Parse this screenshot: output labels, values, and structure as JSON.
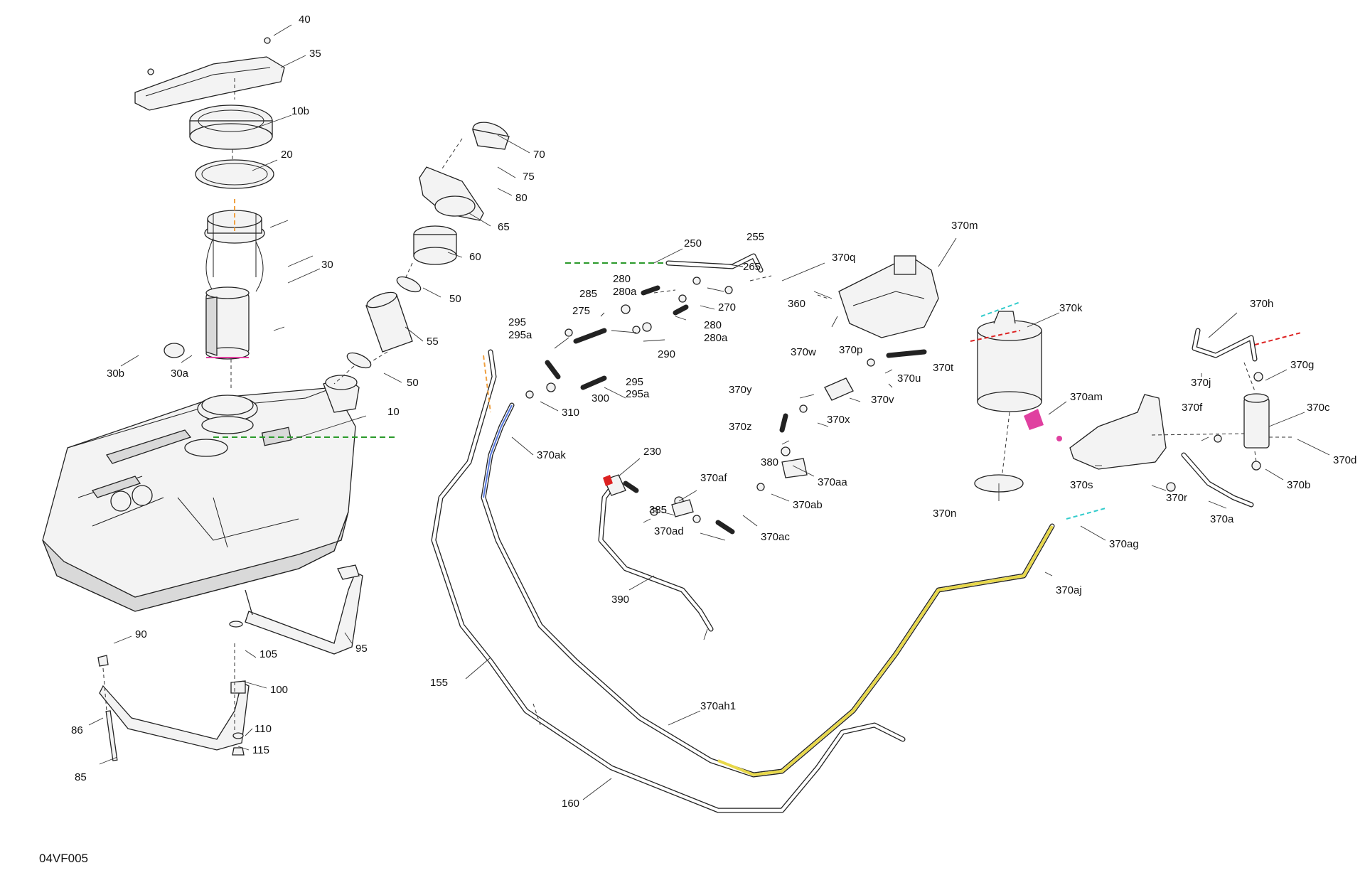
{
  "diagram": {
    "code": "04VF005",
    "callouts": [
      "10",
      "10b",
      "20",
      "30",
      "30a",
      "30b",
      "35",
      "40",
      "50",
      "50",
      "55",
      "60",
      "65",
      "70",
      "75",
      "80",
      "85",
      "86",
      "90",
      "95",
      "100",
      "105",
      "110",
      "115",
      "155",
      "160",
      "230",
      "250",
      "255",
      "265",
      "270",
      "275",
      "280",
      "280a",
      "280",
      "280a",
      "285",
      "290",
      "295",
      "295a",
      "295",
      "295a",
      "300",
      "310",
      "360",
      "370a",
      "370aa",
      "370ab",
      "370ac",
      "370ad",
      "370af",
      "370ag",
      "370ah1",
      "370aj",
      "370ak",
      "370am",
      "370b",
      "370c",
      "370d",
      "370f",
      "370g",
      "370h",
      "370j",
      "370k",
      "370m",
      "370n",
      "370p",
      "370q",
      "370r",
      "370s",
      "370t",
      "370u",
      "370v",
      "370w",
      "370x",
      "370y",
      "370z",
      "380",
      "385",
      "390"
    ],
    "colors": {
      "green": "#2a9a2a",
      "orange": "#f0a040",
      "cyan": "#33cccc",
      "red": "#dd2222",
      "magenta": "#e040a0",
      "blue": "#5577dd",
      "yellow": "#e8d84a"
    }
  }
}
